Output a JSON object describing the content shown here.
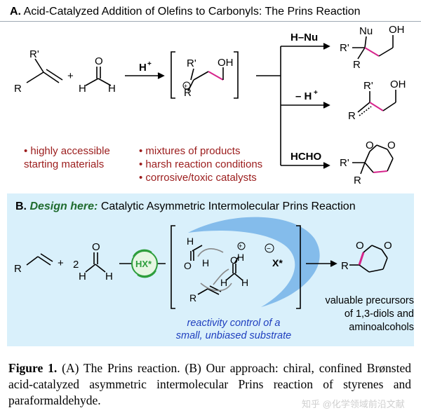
{
  "panelA": {
    "letter": "A.",
    "title": "Acid-Catalyzed Addition of Olefins to Carbonyls: The Prins Reaction",
    "labels": {
      "plus": "+",
      "h_plus": "H",
      "h_plus_sup": "+",
      "r_prime": "R'",
      "r": "R",
      "o": "O",
      "h": "H",
      "oh": "OH",
      "nu": "Nu",
      "cation": "+"
    },
    "branches": {
      "hnu": "H–Nu",
      "minus_h": "– H",
      "minus_h_sup": "+",
      "hcho": "HCHO"
    },
    "drawbacks_left": [
      "• highly accessible",
      "starting materials"
    ],
    "drawbacks_right": [
      "• mixtures of products",
      "• harsh reaction conditions",
      "• corrosive/toxic catalysts"
    ]
  },
  "panelB": {
    "letter": "B.",
    "emph": "Design here:",
    "title": " Catalytic Asymmetric Intermolecular Prins Reaction",
    "plus": "+",
    "two": "2",
    "catalyst": "HX*",
    "counterion": "X*",
    "minus": "−",
    "plus_charge": "+",
    "reactivity_lines": [
      "reactivity control of a",
      "small, unbiased substrate"
    ],
    "product_lines": [
      "valuable precursors",
      "of 1,3-diols and",
      "aminoalcohols"
    ]
  },
  "caption": {
    "label": "Figure 1.",
    "text": " (A) The Prins reaction. (B) Our approach: chiral, confined Brønsted acid-catalyzed asymmetric intermolecular Prins reaction of styrenes and paraformaldehyde."
  },
  "watermark": "知乎 @化学领域前沿文献",
  "colors": {
    "panelB_bg": "#d9f0fb",
    "highlight_bond": "#d6258c",
    "drawback_text": "#9b1c1c",
    "catalyst_green": "#2e9e3c",
    "emph_green": "#1f6b2e",
    "blue_crescent": "#7fb8ea",
    "blue_text": "#1f3fbf"
  }
}
